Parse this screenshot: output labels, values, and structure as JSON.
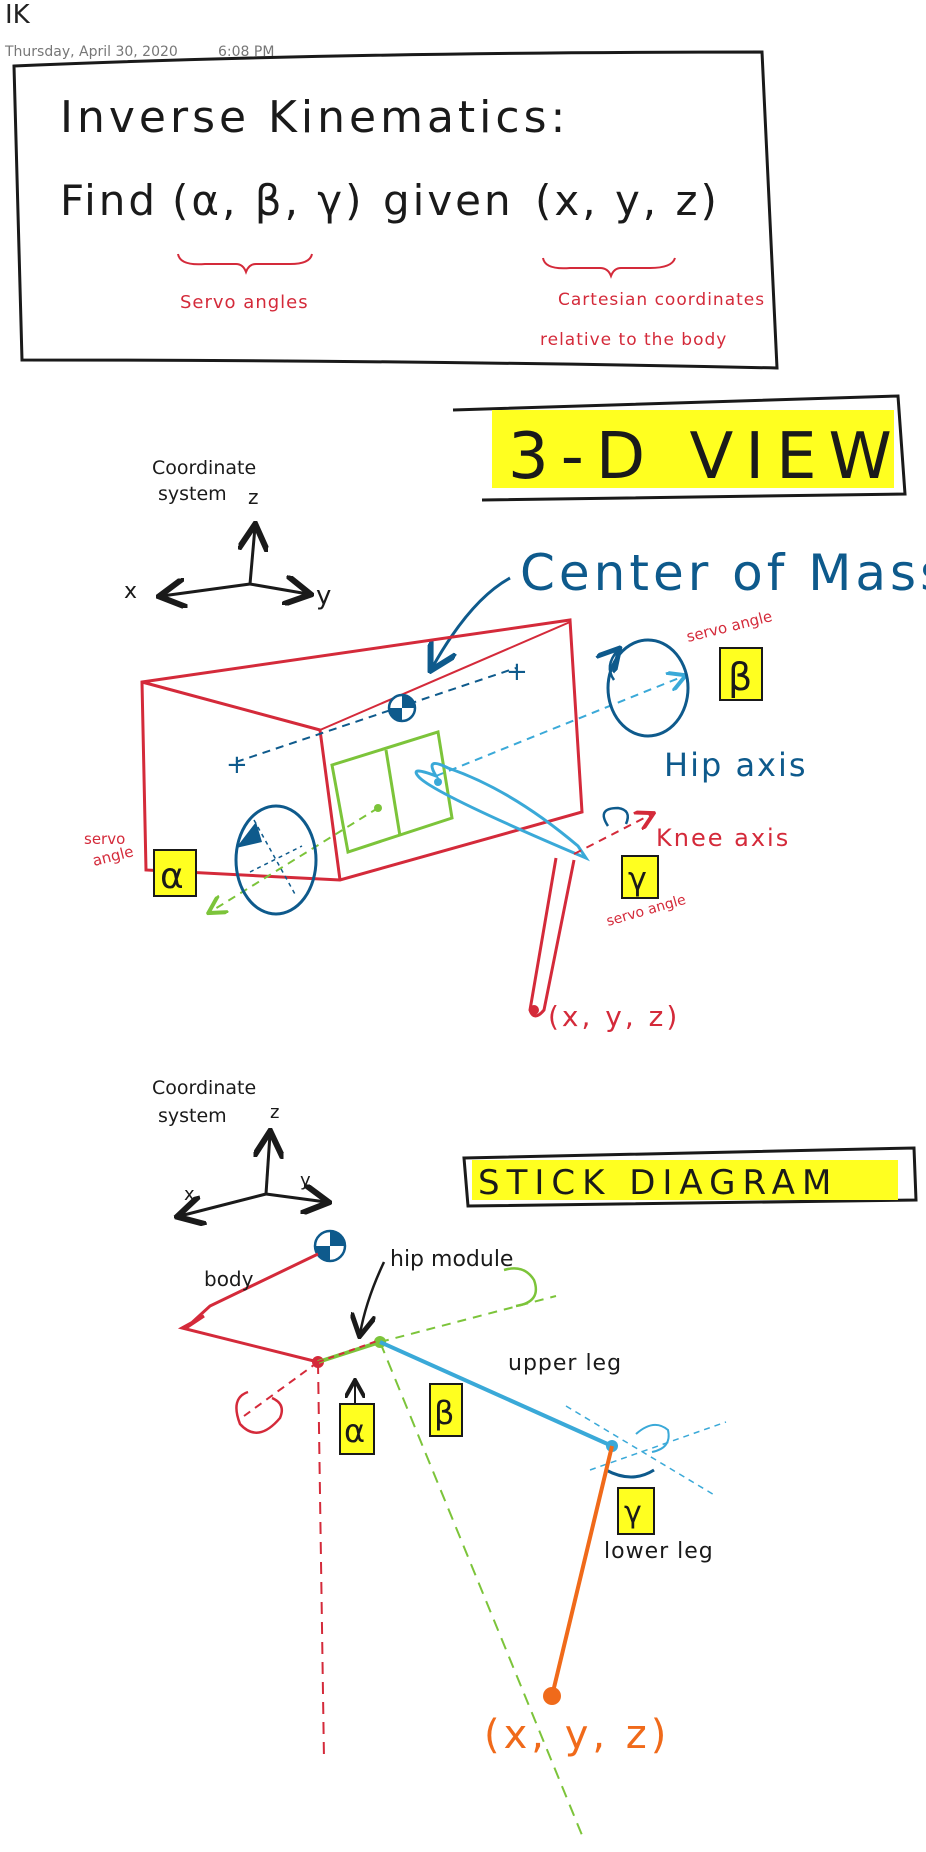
{
  "page": {
    "title": "IK",
    "date": "Thursday, April 30, 2020",
    "time": "6:08 PM"
  },
  "ik_box": {
    "heading": "Inverse Kinematics:",
    "find": "Find",
    "angles": "(α, β, γ)",
    "given": "given",
    "coords": "(x, y, z)",
    "servo_angles": "Servo angles",
    "cartesian_line1": "Cartesian coordinates",
    "cartesian_line2": "relative to the body"
  },
  "view3d": {
    "banner": "3-D VIEW",
    "coord_line1": "Coordinate",
    "coord_line2": "system",
    "axis_x": "x",
    "axis_y": "y",
    "axis_z": "z",
    "center_of_mass": "Center of Mass",
    "hip_axis": "Hip axis",
    "knee_axis": "Knee axis",
    "servo_angle": "servo angle",
    "servo_left_1": "servo",
    "servo_left_2": "angle",
    "alpha": "α",
    "beta": "β",
    "gamma": "γ",
    "foot": "(x, y, z)",
    "mark": "+"
  },
  "stick": {
    "banner": "STICK DIAGRAM",
    "coord_line1": "Coordinate",
    "coord_line2": "system",
    "axis_x": "x",
    "axis_y": "y",
    "axis_z": "z",
    "body": "body",
    "hip_module": "hip module",
    "upper_leg": "upper leg",
    "lower_leg": "lower leg",
    "alpha": "α",
    "beta": "β",
    "gamma": "γ",
    "foot": "(x, y, z)"
  },
  "colors": {
    "ink": "#1a1a1a",
    "red": "#d42a3a",
    "blue": "#0e5a8c",
    "light_blue": "#3aa9d8",
    "green": "#7cc43a",
    "orange": "#f06a1a",
    "highlight": "#ffff20"
  }
}
